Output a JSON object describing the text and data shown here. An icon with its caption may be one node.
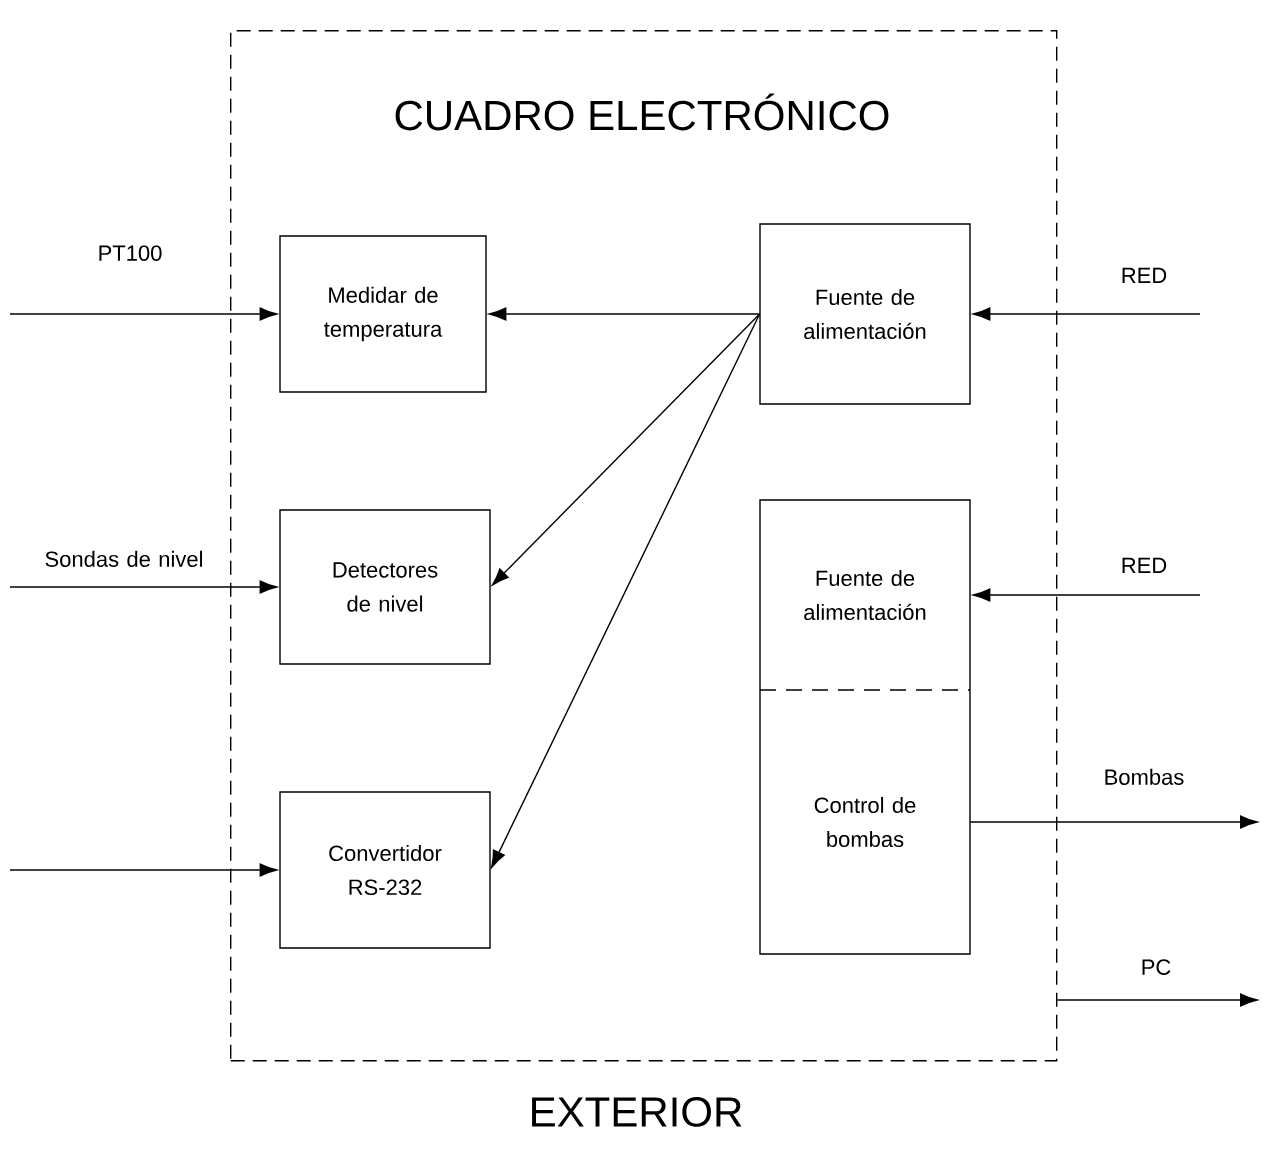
{
  "diagram": {
    "nodes": [
      {
        "text": [
          "CUADRO ELECTRÓNICO"
        ]
      },
      {
        "text": [
          "Medidar de temperatura"
        ],
        "in": 0
      },
      {
        "text": [
          "Detectores de nivel"
        ],
        "in": 0
      },
      {
        "text": [
          "Convertidor RS-232"
        ],
        "in": 0
      },
      {
        "text": [
          "Fuente de alimentación"
        ],
        "in": 0
      },
      {
        "text": [
          "Fuente de alimentación"
        ],
        "in": 0
      },
      {
        "text": [
          "Control de bombas"
        ],
        "in": 0
      }
    ],
    "edges": [
      {
        "from": null,
        "to": 1,
        "arrow": "to",
        "label": "PT100"
      },
      {
        "from": null,
        "to": 2,
        "arrow": "to",
        "label": "Sondas de nivel"
      },
      {
        "from": null,
        "to": 3,
        "arrow": "to"
      },
      {
        "from": 4,
        "to": 1,
        "arrow": "to"
      },
      {
        "from": 4,
        "to": 2,
        "arrow": "to"
      },
      {
        "from": 4,
        "to": 3,
        "arrow": "to"
      },
      {
        "from": null,
        "to": 4,
        "arrow": "to",
        "label": "RED"
      },
      {
        "from": null,
        "to": 5,
        "arrow": "to",
        "label": "RED"
      },
      {
        "from": 6,
        "to": null,
        "arrow": "to",
        "label": "Bombas"
      },
      {
        "from": 0,
        "to": null,
        "arrow": "to",
        "label": "PC"
      }
    ],
    "labels": [
      "EXTERIOR"
    ]
  }
}
